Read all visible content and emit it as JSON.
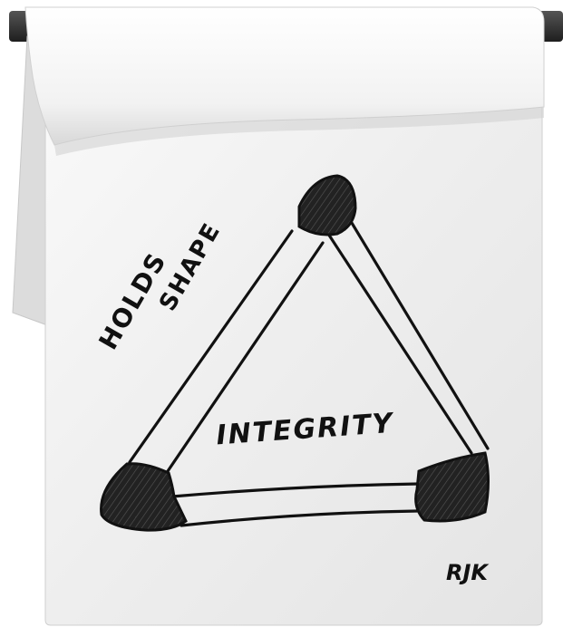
{
  "sketch": {
    "annotation_line1": "HOLDS",
    "annotation_line2": "SHAPE",
    "center_label": "INTEGRITY",
    "signature": "RJK"
  },
  "colors": {
    "ink": "#111111",
    "paper": "#f2f2f2",
    "bar": "#3a3a3a"
  }
}
